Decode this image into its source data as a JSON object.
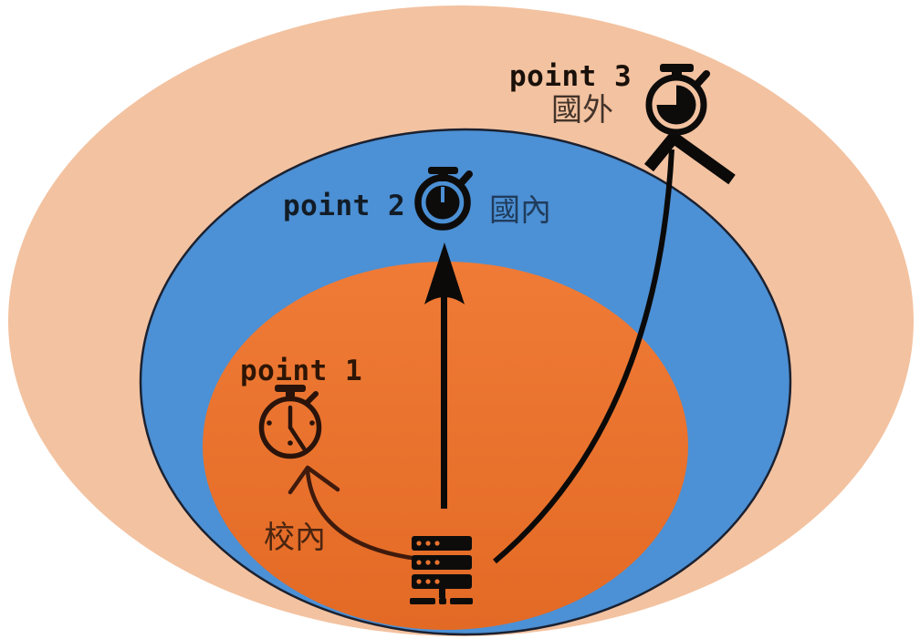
{
  "background": "#FFFFFF",
  "zones": {
    "overseas": {
      "point_label": "point 3",
      "region_label": "國外",
      "fill": "#F3C2A0",
      "point_ink": "#19100A",
      "region_ink": "#43332A",
      "timer_state": "three-quarter-elapsed"
    },
    "domestic": {
      "point_label": "point 2",
      "region_label": "國內",
      "fill": "#4C90D5",
      "outline": "#1B2130",
      "point_ink": "#121C26",
      "region_ink": "#203C5C",
      "timer_state": "full-elapsed"
    },
    "campus": {
      "point_label": "point 1",
      "region_label": "校內",
      "fill_top": "#EF7B36",
      "fill_bottom": "#E36A25",
      "point_ink": "#2E1505",
      "region_ink": "#4A2410",
      "timer_state": "start-elapsed"
    }
  },
  "icons": {
    "server": "server-rack-icon",
    "point1_timer": "stopwatch-outline-clock-icon",
    "point2_timer": "stopwatch-filled-icon",
    "point3_timer": "stopwatch-three-quarter-icon"
  },
  "colors": {
    "icon_black": "#0D0C0B",
    "arrow_black": "#0B0A09",
    "campus_arrow_brown": "#3F1A0D",
    "campus_timer_brown": "#2A130A",
    "server_dot_orange": "#E8722D"
  }
}
